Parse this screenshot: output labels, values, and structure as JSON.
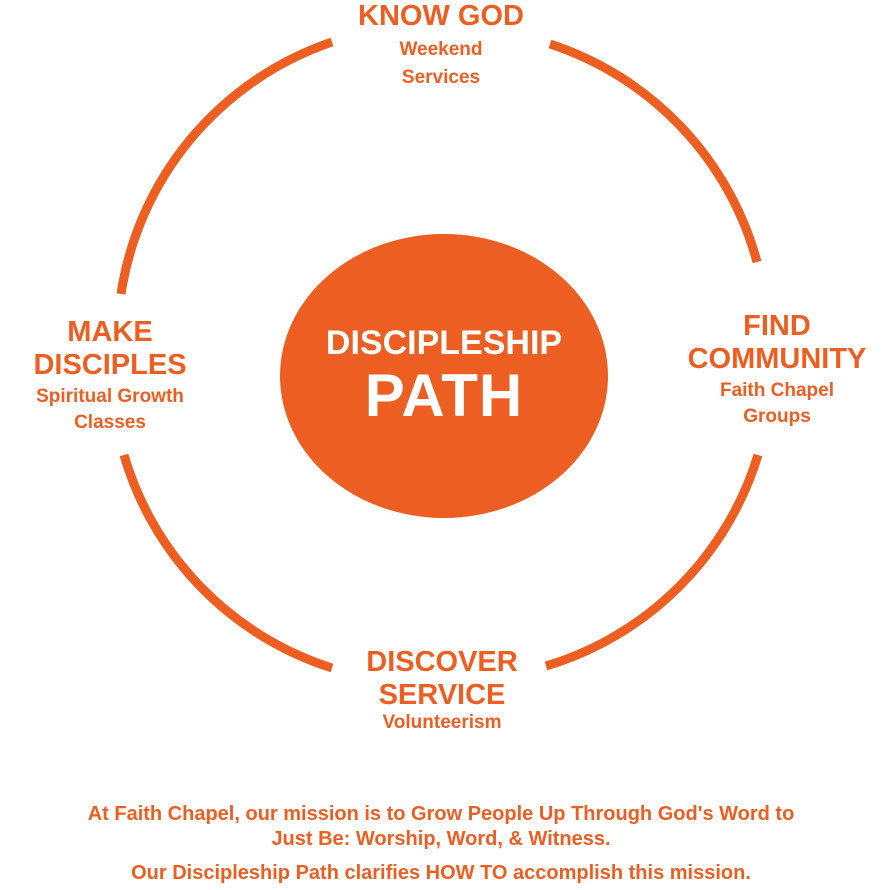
{
  "colors": {
    "accent": "#ec5e22",
    "text_on_accent": "#ffffff"
  },
  "center": {
    "line1": "DISCIPLESHIP",
    "line2": "PATH"
  },
  "steps": {
    "top": {
      "title_lines": [
        "KNOW GOD"
      ],
      "subtitle_lines": [
        "Weekend",
        "Services"
      ]
    },
    "right": {
      "title_lines": [
        "FIND",
        "COMMUNITY"
      ],
      "subtitle_lines": [
        "Faith Chapel",
        "Groups"
      ]
    },
    "bottom": {
      "title_lines": [
        "DISCOVER",
        "SERVICE"
      ],
      "subtitle_lines": [
        "Volunteerism"
      ]
    },
    "left": {
      "title_lines": [
        "MAKE",
        "DISCIPLES"
      ],
      "subtitle_lines": [
        "Spiritual Growth",
        "Classes"
      ]
    }
  },
  "footer": {
    "mission_lines": [
      "At Faith Chapel, our mission is to Grow People Up Through God's Word to",
      "Just Be: Worship, Word, & Witness."
    ],
    "path_statement": "Our Discipleship Path clarifies HOW TO accomplish this mission."
  }
}
